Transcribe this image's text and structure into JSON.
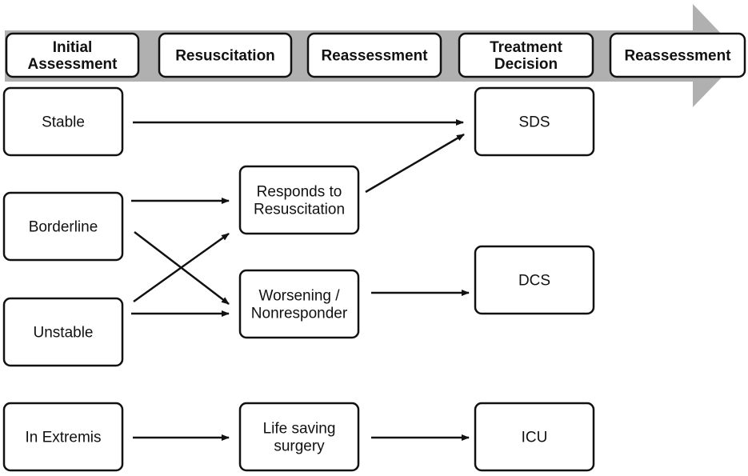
{
  "phases": [
    {
      "id": "initial-assessment",
      "lines": [
        "Initial",
        "Assessment"
      ]
    },
    {
      "id": "resuscitation",
      "lines": [
        "Resuscitation"
      ]
    },
    {
      "id": "reassessment-1",
      "lines": [
        "Reassessment"
      ]
    },
    {
      "id": "treatment-decision",
      "lines": [
        "Treatment",
        "Decision"
      ]
    },
    {
      "id": "reassessment-2",
      "lines": [
        "Reassessment"
      ]
    }
  ],
  "nodes": [
    {
      "id": "stable",
      "lines": [
        "Stable"
      ]
    },
    {
      "id": "borderline",
      "lines": [
        "Borderline"
      ]
    },
    {
      "id": "unstable",
      "lines": [
        "Unstable"
      ]
    },
    {
      "id": "in-extremis",
      "lines": [
        "In Extremis"
      ]
    },
    {
      "id": "responds",
      "lines": [
        "Responds to",
        "Resuscitation"
      ]
    },
    {
      "id": "worsening",
      "lines": [
        "Worsening /",
        "Nonresponder"
      ]
    },
    {
      "id": "life-saving",
      "lines": [
        "Life saving",
        "surgery"
      ]
    },
    {
      "id": "sds",
      "lines": [
        "SDS"
      ]
    },
    {
      "id": "dcs",
      "lines": [
        "DCS"
      ]
    },
    {
      "id": "icu",
      "lines": [
        "ICU"
      ]
    }
  ],
  "edges": [
    {
      "from": "stable",
      "to": "sds"
    },
    {
      "from": "borderline",
      "to": "responds"
    },
    {
      "from": "borderline",
      "to": "worsening"
    },
    {
      "from": "unstable",
      "to": "responds"
    },
    {
      "from": "unstable",
      "to": "worsening"
    },
    {
      "from": "responds",
      "to": "sds"
    },
    {
      "from": "worsening",
      "to": "dcs"
    },
    {
      "from": "in-extremis",
      "to": "life-saving"
    },
    {
      "from": "life-saving",
      "to": "icu"
    }
  ],
  "colors": {
    "timeline_arrow": "#b0b0b0",
    "box_border": "#111111",
    "box_fill": "#ffffff",
    "edge": "#111111"
  }
}
